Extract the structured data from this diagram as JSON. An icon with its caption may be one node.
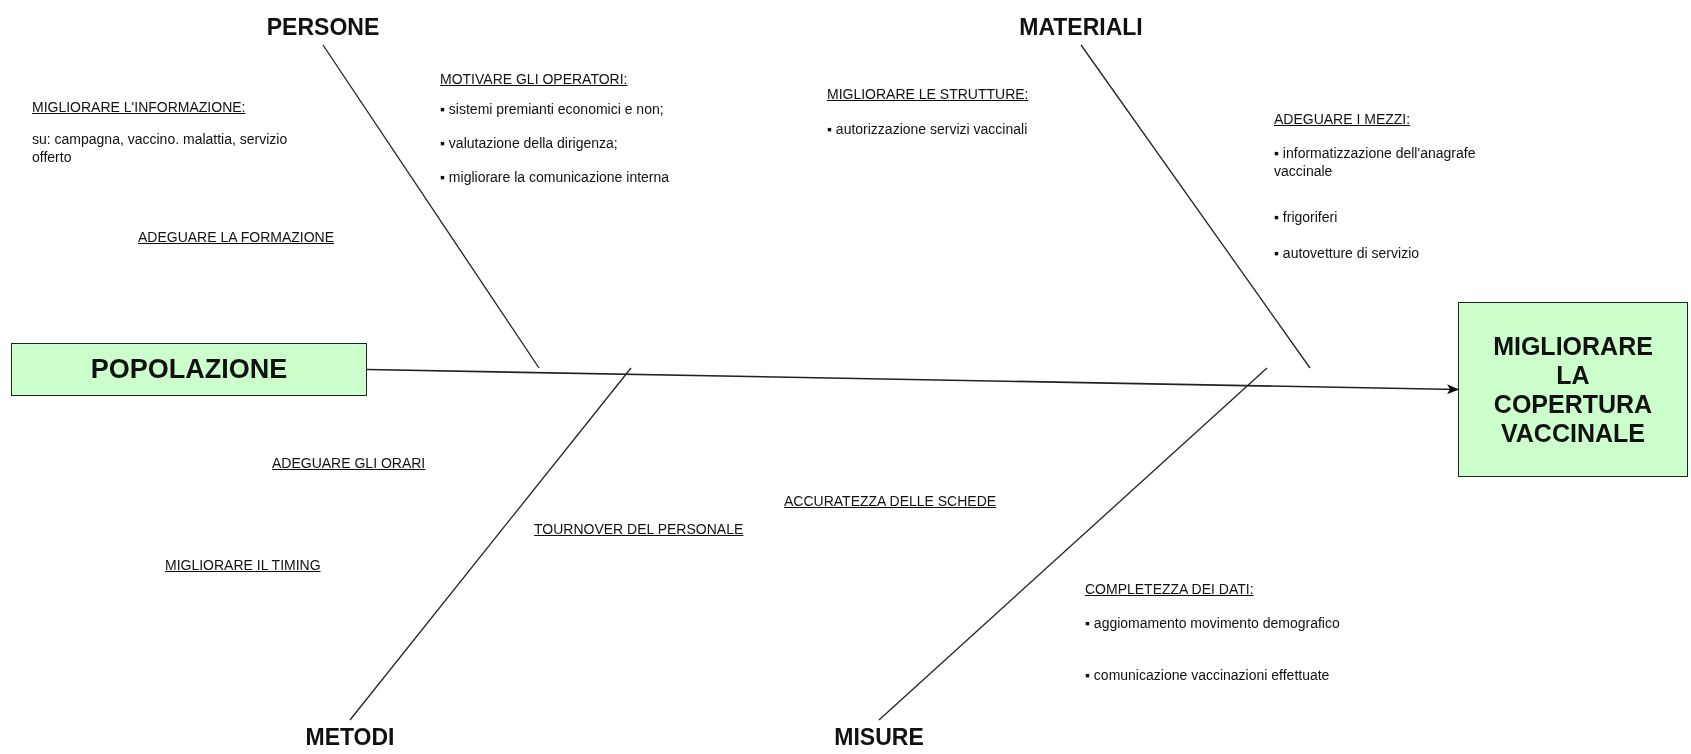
{
  "diagram": {
    "nodes": [
      {
        "text": [
          "PERSONE"
        ]
      },
      {
        "text": [
          "MATERIALI"
        ]
      },
      {
        "text": [
          "POPOLAZIONE"
        ]
      },
      {
        "text": [
          "MIGLIORARE LA COPERTURA VACCINALE"
        ]
      },
      {
        "text": [
          "METODI"
        ]
      },
      {
        "text": [
          "MISURE"
        ]
      }
    ],
    "edges": [
      {
        "from": 2,
        "to": 3,
        "arrow": "to"
      },
      {
        "from": 0,
        "to": null,
        "arrow": "none"
      },
      {
        "from": 1,
        "to": null,
        "arrow": "none"
      },
      {
        "from": 4,
        "to": null,
        "arrow": "none"
      },
      {
        "from": 5,
        "to": null,
        "arrow": "none"
      }
    ],
    "labels": [
      "MIGLIORARE L'INFORMAZIONE:",
      "su: campagna, vaccino. malattia, servizio offerto",
      "ADEGUARE LA FORMAZIONE",
      "MOTIVARE GLI OPERATORI:",
      "▪ sistemi premianti economici e non;",
      "▪ valutazione della dirigenza;",
      "▪ migliorare la comunicazione interna",
      "MIGLIORARE LE STRUTTURE:",
      "▪ autorizzazione servizi vaccinali",
      "ADEGUARE I MEZZI:",
      "▪ informatizzazione dell'anagrafe vaccinale",
      "▪ frigoriferi",
      "▪ autovetture di servizio",
      "ADEGUARE GLI ORARI",
      "MIGLIORARE IL TIMING",
      "TOURNOVER DEL PERSONALE",
      "ACCURATEZZA DELLE SCHEDE",
      "COMPLETEZZA DEI DATI:",
      "▪ aggiomamento movimento demografico",
      "▪ comunicazione vaccinazioni effettuate"
    ]
  }
}
